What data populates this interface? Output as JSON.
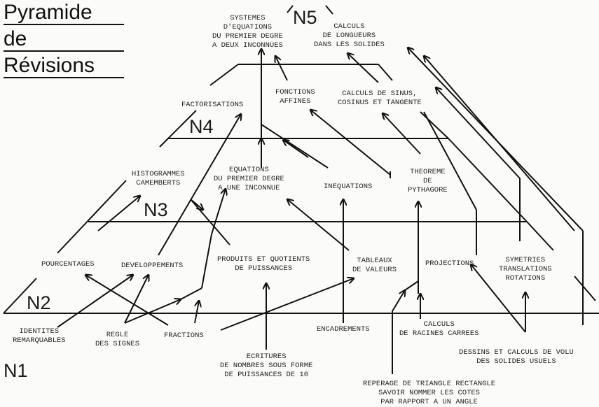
{
  "title": {
    "line1": "Pyramide",
    "line2": "de",
    "line3": "Révisions"
  },
  "levels": {
    "n1": "N1",
    "n2": "N2",
    "n3": "N3",
    "n4": "N4",
    "n5": "N5"
  },
  "n5": {
    "systemes": "SYSTEMES\nD'EQUATIONS\nDU PREMIER DEGRE\nA DEUX INCONNUES",
    "longueurs": "CALCULS\nDE LONGUEURS\nDANS LES SOLIDES"
  },
  "n4": {
    "factorisations": "FACTORISATIONS",
    "fonctions": "FONCTIONS\nAFFINES",
    "sinus": "CALCULS DE SINUS,\nCOSINUS ET TANGENTE"
  },
  "n3": {
    "histogrammes": "HISTOGRAMMES\nCAMEMBERTS",
    "equations": "EQUATIONS\nDU PREMIER DEGRE\nA UNE INCONNUE",
    "inequations": "INEQUATIONS",
    "pythagore": "THEOREME\nDE\nPYTHAGORE"
  },
  "n2": {
    "pourcentages": "POURCENTAGES",
    "developpements": "DEVELOPPEMENTS",
    "produits": "PRODUITS ET QUOTIENTS\nDE PUISSANCES",
    "tableaux": "TABLEAUX\nDE VALEURS",
    "projections": "PROJECTIONS",
    "symetries": "SYMETRIES\nTRANSLATIONS\nROTATIONS"
  },
  "n1": {
    "identites": "IDENTITES\nREMARQUABLES",
    "regle": "REGLE\nDES SIGNES",
    "fractions": "FRACTIONS",
    "encadrements": "ENCADREMENTS",
    "racines": "CALCULS\nDE RACINES CARREES",
    "ecritures": "ECRITURES\nDE NOMBRES SOUS FORME\nDE PUISSANCES DE 10",
    "dessins": "DESSINS ET CALCULS DE VOLU\nDES SOLIDES USUELS",
    "reperage": "REPERAGE DE TRIANGLE RECTANGLE\nSAVOIR NOMMER LES COTES\nPAR RAPPORT A UN ANGLE"
  }
}
